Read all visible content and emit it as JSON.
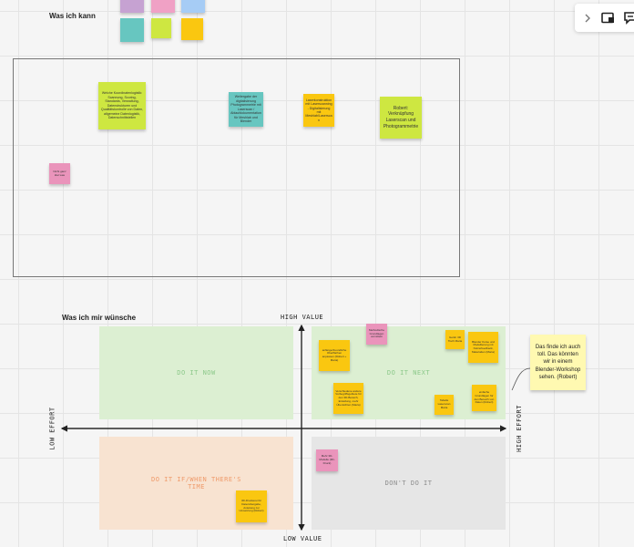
{
  "board": {
    "heading_can": "Was ich kann",
    "heading_wish": "Was ich mir wünsche"
  },
  "palette": {
    "colors": [
      "#c6a2d2",
      "#f0a1c5",
      "#a6ccf5",
      "#67c6c0",
      "#cee741",
      "#fac710"
    ]
  },
  "frame_notes": [
    {
      "text": "Welche Koordinatenlogistik: Scannung, Scoring, Standards, Verwaltung, Datenstrukturen und Qualitätskontrolle von Daten, allgemeine Datenlogistik, Datenschnittstellen"
    },
    {
      "text": "Weitergabe der digitalisierung Photogrammetrie mit Laserscan / Ablaufdokumentation für Meshlab und Blender"
    },
    {
      "text": "Laserkonstruktion mit Laserscanning - Digitalisierung mit Meshlab/Laserscan"
    },
    {
      "text": "Robert: Verknüpfung Laserscan und Photogrammetrie"
    },
    {
      "text": "Nicht ganz klar was"
    }
  ],
  "matrix": {
    "high_value": "HIGH VALUE",
    "low_value": "LOW VALUE",
    "low_effort": "LOW EFFORT",
    "high_effort": "HIGH EFFORT",
    "do_it_now": "DO IT NOW",
    "do_it_next": "DO IT NEXT",
    "do_it_if": "DO IT IF/WHEN THERE'S TIME",
    "dont_do_it": "DON'T DO IT"
  },
  "wish_notes": [
    {
      "text": "Methodische Grundlagen vermitteln"
    },
    {
      "text": "anfängerfreundliche Oberflächen anpassen (Robert + Maria)"
    },
    {
      "text": "Gerät: 3D Tisch Maria"
    },
    {
      "text": "Blender Kurse und Modellierung mit Nutzerfeedback, Materialien (Maria)"
    },
    {
      "text": "Verschiedene andere Vorbegriffsgebiete für den 3D-Bereich, Erstellung, mehr Übersichten (Maria)"
    },
    {
      "text": "Tabelle Laserscan Maria"
    },
    {
      "text": "einfache Grundlagen für den Bereich von Daten (Robert)"
    },
    {
      "text": "Mehr 3D-Modelle (3D-Druck)"
    },
    {
      "text": "3D-Druckerei für Datenübergabe, Anleitung zur Umsetzung (Robert)"
    }
  ],
  "comment": {
    "text": "Das finde ich auch toll. Das könnten wir in einem Blender-Workshop sehen. (Robert)"
  }
}
